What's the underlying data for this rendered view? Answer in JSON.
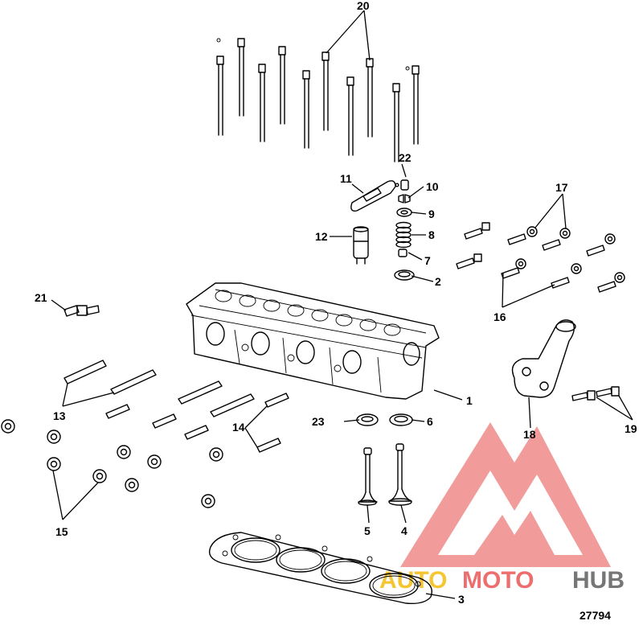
{
  "diagram": {
    "figure_number": "27794",
    "callouts": [
      "1",
      "2",
      "3",
      "4",
      "5",
      "6",
      "7",
      "8",
      "9",
      "10",
      "11",
      "12",
      "13",
      "14",
      "15",
      "16",
      "17",
      "18",
      "19",
      "20",
      "21",
      "22",
      "23"
    ]
  },
  "watermark": {
    "brand_parts": [
      "AUTO",
      "MOTO",
      "HUB"
    ],
    "colors": {
      "logo": "#e84a4a",
      "auto": "#f5b800",
      "moto": "#e84a4a",
      "hub": "#555555"
    }
  }
}
